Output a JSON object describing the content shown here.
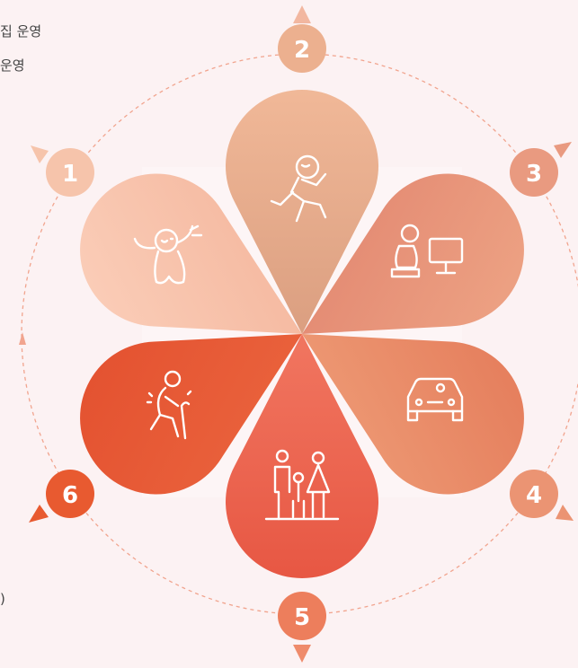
{
  "edge_texts": {
    "top_line_1": "집 운영",
    "top_line_2": "운영",
    "bottom_fragment": ")"
  },
  "stages": [
    {
      "number": "1",
      "icon": "baby-icon",
      "color": "#f8c0a8"
    },
    {
      "number": "2",
      "icon": "running-child-icon",
      "color": "#ecac88"
    },
    {
      "number": "3",
      "icon": "office-worker-icon",
      "color": "#e99678"
    },
    {
      "number": "4",
      "icon": "car-icon",
      "color": "#e98f6b"
    },
    {
      "number": "5",
      "icon": "family-icon",
      "color": "#ec6450"
    },
    {
      "number": "6",
      "icon": "elderly-with-cane-icon",
      "color": "#e8552f"
    }
  ],
  "colors": {
    "background": "#fcf2f3",
    "ring": "#f1a48e",
    "badge_1": "#f6c4ab",
    "badge_2": "#ecb08f",
    "badge_3": "#e99a80",
    "badge_4": "#eb9473",
    "badge_5": "#ed7e5c",
    "badge_6": "#e85a30"
  }
}
